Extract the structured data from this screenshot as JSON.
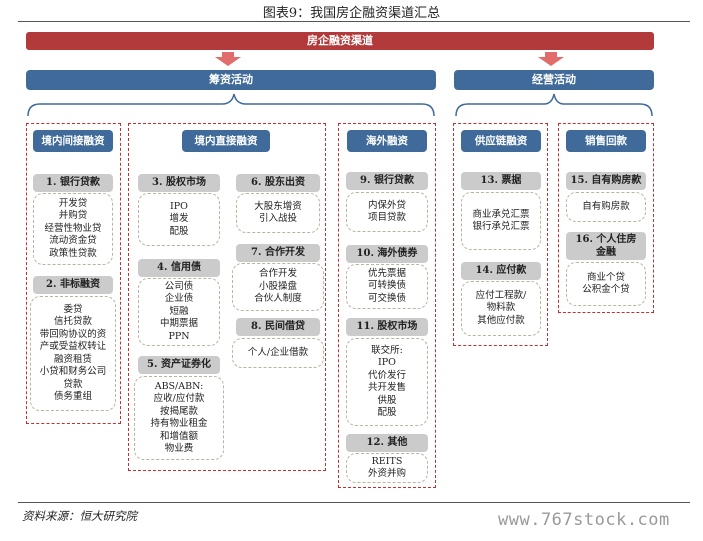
{
  "figure": {
    "title": "图表9：我国房企融资渠道汇总",
    "root": "房企融资渠道",
    "source": "资料来源：恒大研究院",
    "watermark": "www.767stock.com"
  },
  "activities": {
    "financing": "筹资活动",
    "operating": "经营活动"
  },
  "groups": {
    "domestic_indirect": {
      "header": "境内间接融资",
      "items": [
        {
          "title": "1. 银行贷款",
          "lines": [
            "开发贷",
            "并购贷",
            "经营性物业贷",
            "流动资金贷",
            "政策性贷款"
          ]
        },
        {
          "title": "2. 非标融资",
          "lines": [
            "委贷",
            "信托贷款",
            "带回购协议的资",
            "产或受益权转让",
            "融资租赁",
            "小贷和财务公司",
            "贷款",
            "债务重组"
          ]
        }
      ]
    },
    "domestic_direct": {
      "header": "境内直接融资",
      "items": [
        {
          "title": "3. 股权市场",
          "lines": [
            "IPO",
            "增发",
            "配股"
          ]
        },
        {
          "title": "4. 信用债",
          "lines": [
            "公司债",
            "企业债",
            "短融",
            "中期票据",
            "PPN"
          ]
        },
        {
          "title": "5. 资产证券化",
          "lines": [
            "ABS/ABN:",
            "应收/应付款",
            "按揭尾款",
            "持有物业租金",
            "和增值额",
            "物业费"
          ]
        },
        {
          "title": "6. 股东出资",
          "lines": [
            "大股东增资",
            "引入战投"
          ]
        },
        {
          "title": "7. 合作开发",
          "lines": [
            "合作开发",
            "小股操盘",
            "合伙人制度"
          ]
        },
        {
          "title": "8. 民间借贷",
          "lines": [
            "个人/企业借款"
          ]
        }
      ]
    },
    "overseas": {
      "header": "海外融资",
      "items": [
        {
          "title": "9. 银行贷款",
          "lines": [
            "内保外贷",
            "项目贷款"
          ]
        },
        {
          "title": "10. 海外债券",
          "lines": [
            "优先票据",
            "可转换债",
            "可交换债"
          ]
        },
        {
          "title": "11. 股权市场",
          "lines": [
            "联交所:",
            "IPO",
            "代价发行",
            "共开发售",
            "供股",
            "配股"
          ]
        },
        {
          "title": "12. 其他",
          "lines": [
            "REITS",
            "外资并购"
          ]
        }
      ]
    },
    "supply_chain": {
      "header": "供应链融资",
      "items": [
        {
          "title": "13. 票据",
          "lines": [
            "商业承兑汇票",
            "银行承兑汇票"
          ]
        },
        {
          "title": "14. 应付款",
          "lines": [
            "应付工程款/",
            "物料款",
            "其他应付款"
          ]
        }
      ]
    },
    "sales": {
      "header": "销售回款",
      "items": [
        {
          "title": "15. 自有购房款",
          "lines": [
            "自有购房款"
          ]
        },
        {
          "title": "16. 个人住房",
          "title2": "金融",
          "lines": [
            "商业个贷",
            "公积金个贷"
          ]
        }
      ]
    }
  }
}
